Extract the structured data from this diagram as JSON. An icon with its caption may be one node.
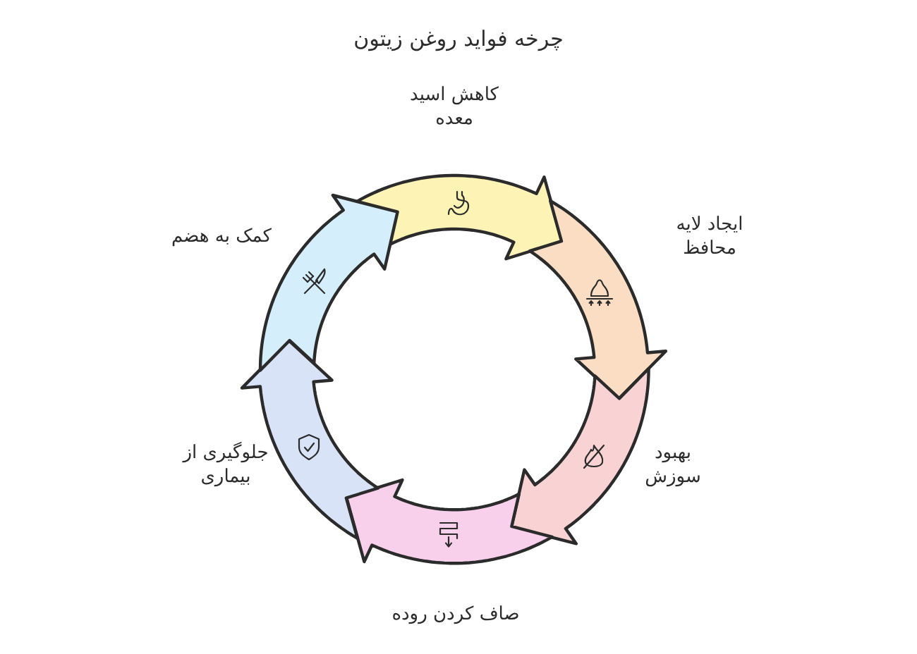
{
  "diagram": {
    "title": "چرخه فواید روغن زیتون",
    "nodes": [
      {
        "text": [],
        "shape": "arrow",
        "beside": [
          "کاهش اسید معده"
        ]
      },
      {
        "text": [],
        "shape": "arrow",
        "beside": [
          "ایجاد لایه محافظ"
        ]
      },
      {
        "text": [],
        "shape": "arrow",
        "beside": [
          "بهبود سوزش"
        ]
      },
      {
        "text": [],
        "shape": "arrow",
        "beside": [
          "صاف کردن روده"
        ]
      },
      {
        "text": [],
        "shape": "arrow",
        "beside": [
          "جلوگیری از بیماری"
        ]
      },
      {
        "text": [],
        "shape": "arrow",
        "beside": [
          "کمک به هضم"
        ]
      }
    ]
  }
}
